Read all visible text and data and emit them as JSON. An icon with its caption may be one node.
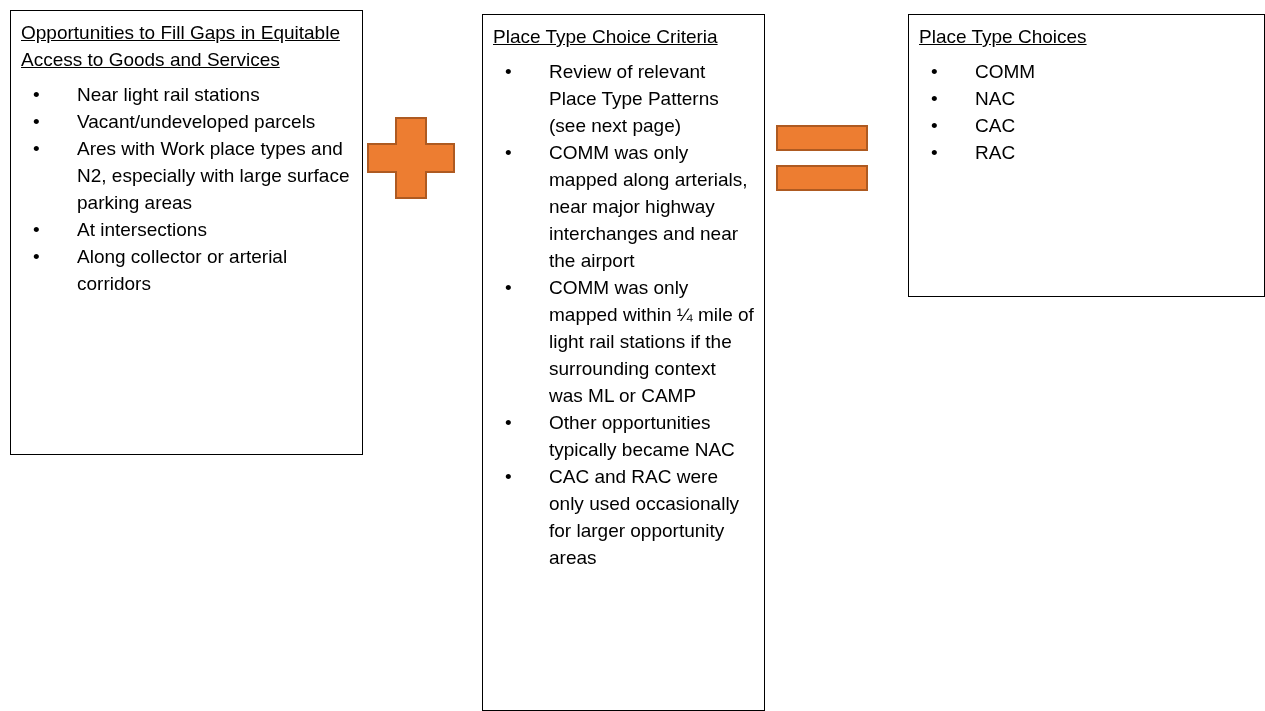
{
  "diagram": {
    "nodes": [
      {
        "text": [
          "Opportunities to Fill Gaps in Equitable Access to Goods and Services",
          "• Near light rail stations",
          "• Vacant/undeveloped parcels",
          "• Ares with Work place types and N2, especially with large surface parking areas",
          "• At intersections",
          "• Along collector or arterial corridors"
        ]
      },
      {
        "text": [
          "Place Type Choice Criteria",
          "• Review of relevant Place Type Patterns (see next page)",
          "• COMM was only mapped along arterials, near major highway interchanges and near the airport",
          "• COMM was only mapped within ¼ mile of light rail stations if the surrounding context was ML or CAMP",
          "• Other opportunities typically became NAC",
          "• CAC and RAC were only used occasionally for larger opportunity areas"
        ]
      },
      {
        "text": [
          "Place Type Choices",
          "• COMM",
          "• NAC",
          "• CAC",
          "• RAC"
        ]
      }
    ],
    "edges": []
  }
}
